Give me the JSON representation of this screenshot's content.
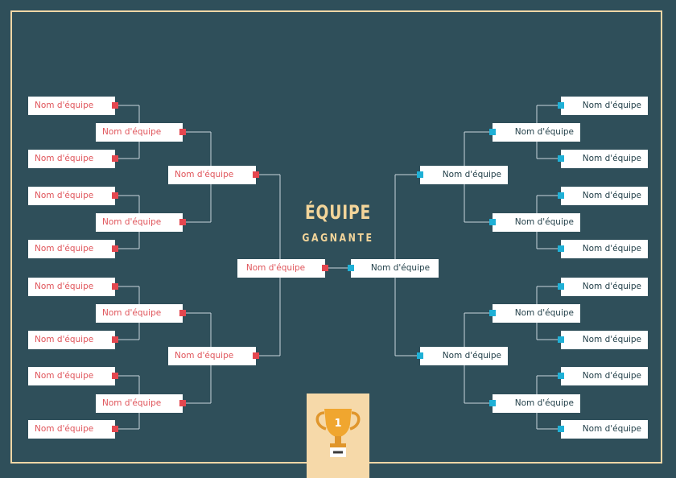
{
  "title": "ÉQUIPE",
  "subtitle": "GAGNANTE",
  "trophy_number": "1",
  "colors": {
    "background": "#2f4f5a",
    "frame": "#f2d7a6",
    "left_accent": "#e4474f",
    "right_accent": "#1fb0d6",
    "title": "#f3d59a"
  },
  "left_bracket": {
    "round1": [
      "Nom d'équipe",
      "Nom d'équipe",
      "Nom d'équipe",
      "Nom d'équipe",
      "Nom d'équipe",
      "Nom d'équipe",
      "Nom d'équipe",
      "Nom d'équipe"
    ],
    "round2": [
      "Nom d'équipe",
      "Nom d'équipe",
      "Nom d'équipe",
      "Nom d'équipe"
    ],
    "round3": [
      "Nom d'équipe",
      "Nom d'équipe"
    ],
    "final": "Nom d'équipe"
  },
  "right_bracket": {
    "round1": [
      "Nom d'équipe",
      "Nom d'équipe",
      "Nom d'équipe",
      "Nom d'équipe",
      "Nom d'équipe",
      "Nom d'équipe",
      "Nom d'équipe",
      "Nom d'équipe"
    ],
    "round2": [
      "Nom d'équipe",
      "Nom d'équipe",
      "Nom d'équipe",
      "Nom d'équipe"
    ],
    "round3": [
      "Nom d'équipe",
      "Nom d'équipe"
    ],
    "final": "Nom d'équipe"
  }
}
